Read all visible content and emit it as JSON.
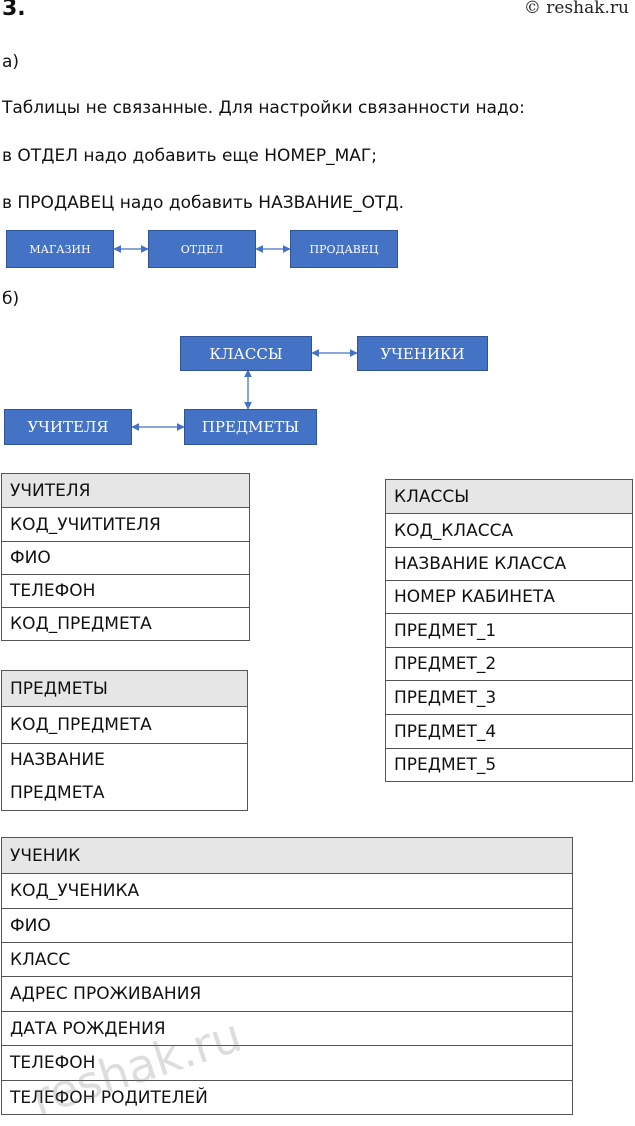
{
  "header": {
    "task_number": "3.",
    "brand": "© reshak.ru"
  },
  "part_a": {
    "label": "а)",
    "lines": [
      "Таблицы не связанные. Для настройки связанности надо:",
      "в ОТДЕЛ надо добавить еще НОМЕР_МАГ;",
      "в ПРОДАВЕЦ надо добавить НАЗВАНИЕ_ОТД."
    ],
    "diagram": [
      "МАГАЗИН",
      "ОТДЕЛ",
      "ПРОДАВЕЦ"
    ]
  },
  "part_b": {
    "label": "б)",
    "diagram": {
      "klassy": "КЛАССЫ",
      "ucheniki": "УЧЕНИКИ",
      "predmety": "ПРЕДМЕТЫ",
      "uchitelya": "УЧИТЕЛЯ"
    }
  },
  "tables": {
    "uchitelya": {
      "title": "УЧИТЕЛЯ",
      "rows": [
        "КОД_УЧИТИТЕЛЯ",
        "ФИО",
        "ТЕЛЕФОН",
        "КОД_ПРЕДМЕТА"
      ]
    },
    "predmety": {
      "title": "ПРЕДМЕТЫ",
      "rows": [
        "КОД_ПРЕДМЕТА",
        "НАЗВАНИЕ",
        "ПРЕДМЕТА"
      ]
    },
    "klassy": {
      "title": "КЛАССЫ",
      "rows": [
        "КОД_КЛАССА",
        "НАЗВАНИЕ КЛАССА",
        "НОМЕР КАБИНЕТА",
        "ПРЕДМЕТ_1",
        "ПРЕДМЕТ_2",
        "ПРЕДМЕТ_3",
        "ПРЕДМЕТ_4",
        "ПРЕДМЕТ_5"
      ]
    },
    "uchenik": {
      "title": "УЧЕНИК",
      "rows": [
        "КОД_УЧЕНИКА",
        "ФИО",
        "КЛАСС",
        "АДРЕС ПРОЖИВАНИЯ",
        "ДАТА РОЖДЕНИЯ",
        "ТЕЛЕФОН",
        "ТЕЛЕФОН РОДИТЕЛЕЙ"
      ]
    }
  },
  "watermark": "reshak.ru"
}
